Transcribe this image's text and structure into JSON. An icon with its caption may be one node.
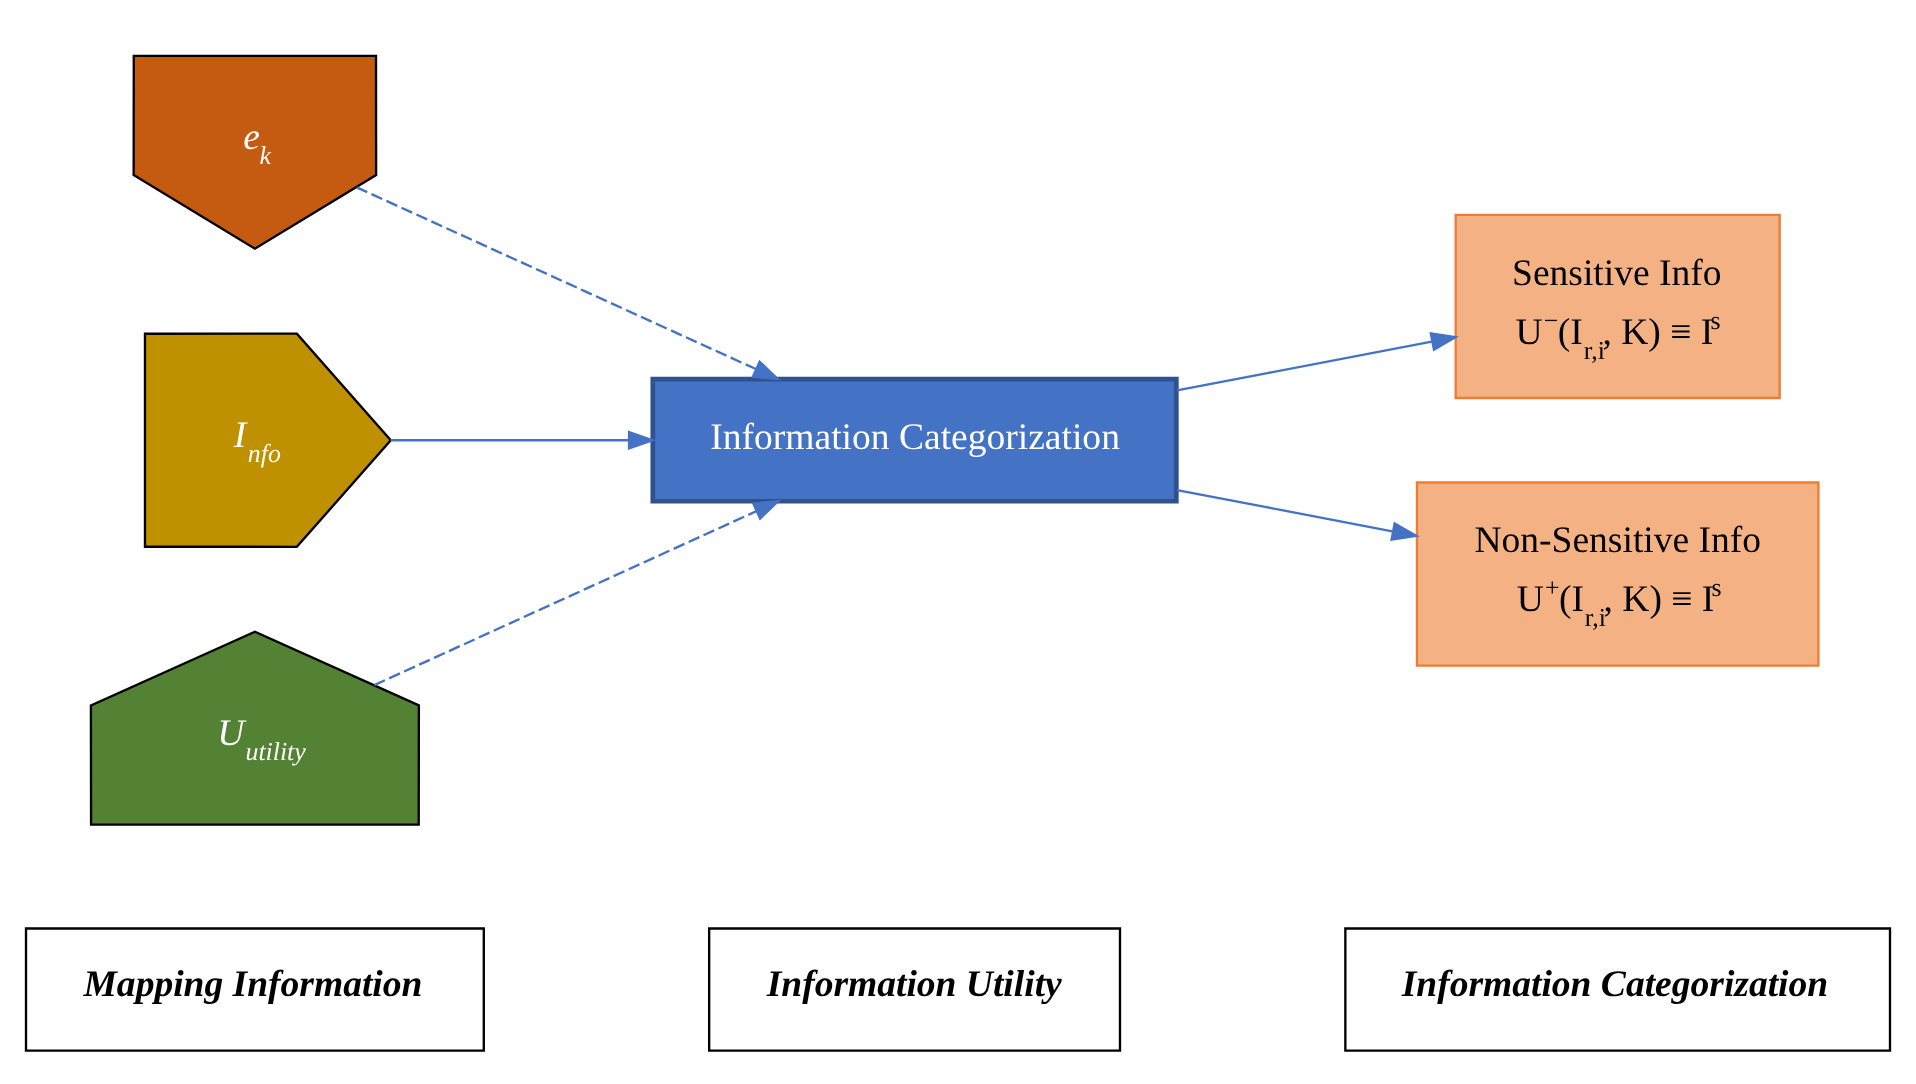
{
  "diagram": {
    "nodes": [
      {
        "text": [
          "Mapping Information"
        ]
      },
      {
        "text": [
          "Information Utility"
        ]
      },
      {
        "text": [
          "Information Categorization"
        ]
      },
      {
        "text": [
          "e$_{k}$"
        ]
      },
      {
        "text": [
          "I$_{nfo}$"
        ]
      },
      {
        "text": [
          "Information Categorization"
        ]
      },
      {
        "text": [
          "Sensitive Info",
          "U$^{−}$(I$_{r,i}$, K) ≡ I$^{s}$"
        ]
      },
      {
        "text": [
          "Non-Sensitive Info",
          "U$^{+}$(I$_{r,i}$, K) ≡ I⃗$^{s}$"
        ]
      },
      {
        "text": [
          "U$_{utility}$"
        ]
      }
    ],
    "edges": [
      {
        "from": 3,
        "to": 5,
        "arrow": "to",
        "style": "dashed"
      },
      {
        "from": 4,
        "to": 5,
        "arrow": "to"
      },
      {
        "from": 8,
        "to": 5,
        "arrow": "to",
        "style": "dashed"
      },
      {
        "from": 5,
        "to": 6,
        "arrow": "to"
      },
      {
        "from": 5,
        "to": 7,
        "arrow": "to"
      }
    ]
  }
}
